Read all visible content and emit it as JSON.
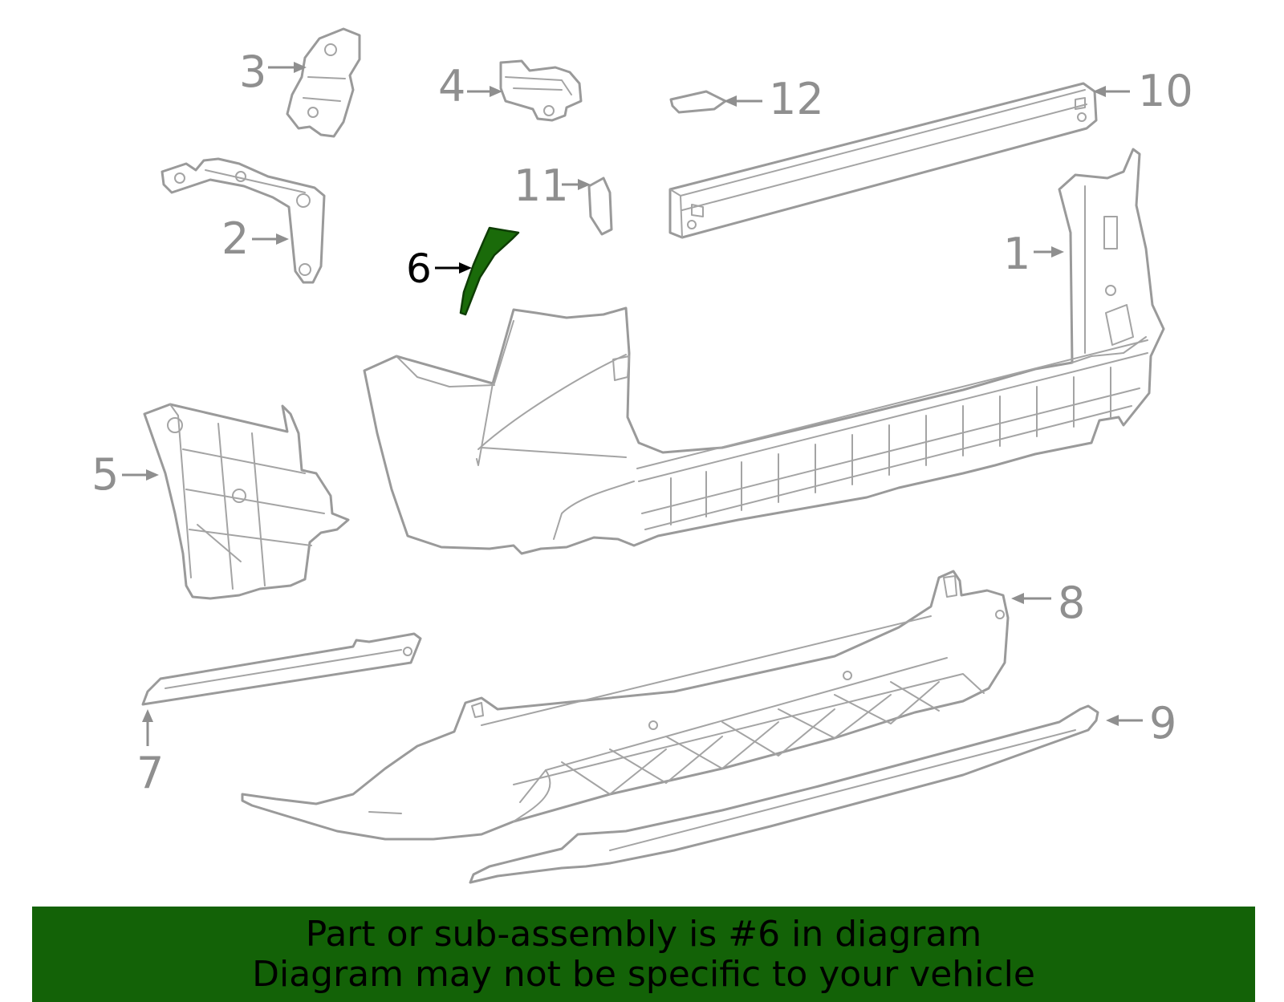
{
  "callouts": {
    "c1": "1",
    "c2": "2",
    "c3": "3",
    "c4": "4",
    "c5": "5",
    "c6": "6",
    "c7": "7",
    "c8": "8",
    "c9": "9",
    "c10": "10",
    "c11": "11",
    "c12": "12"
  },
  "highlighted_part": "6",
  "colors": {
    "highlight_fill": "#1a6b0a",
    "banner_background": "#136207",
    "part_outline": "#9a9a9a",
    "callout_text": "#8f8f8f",
    "highlight_text": "#000000"
  },
  "banner": {
    "line1": "Part or sub-assembly is #6 in diagram",
    "line2": "Diagram may not be specific to your vehicle"
  }
}
